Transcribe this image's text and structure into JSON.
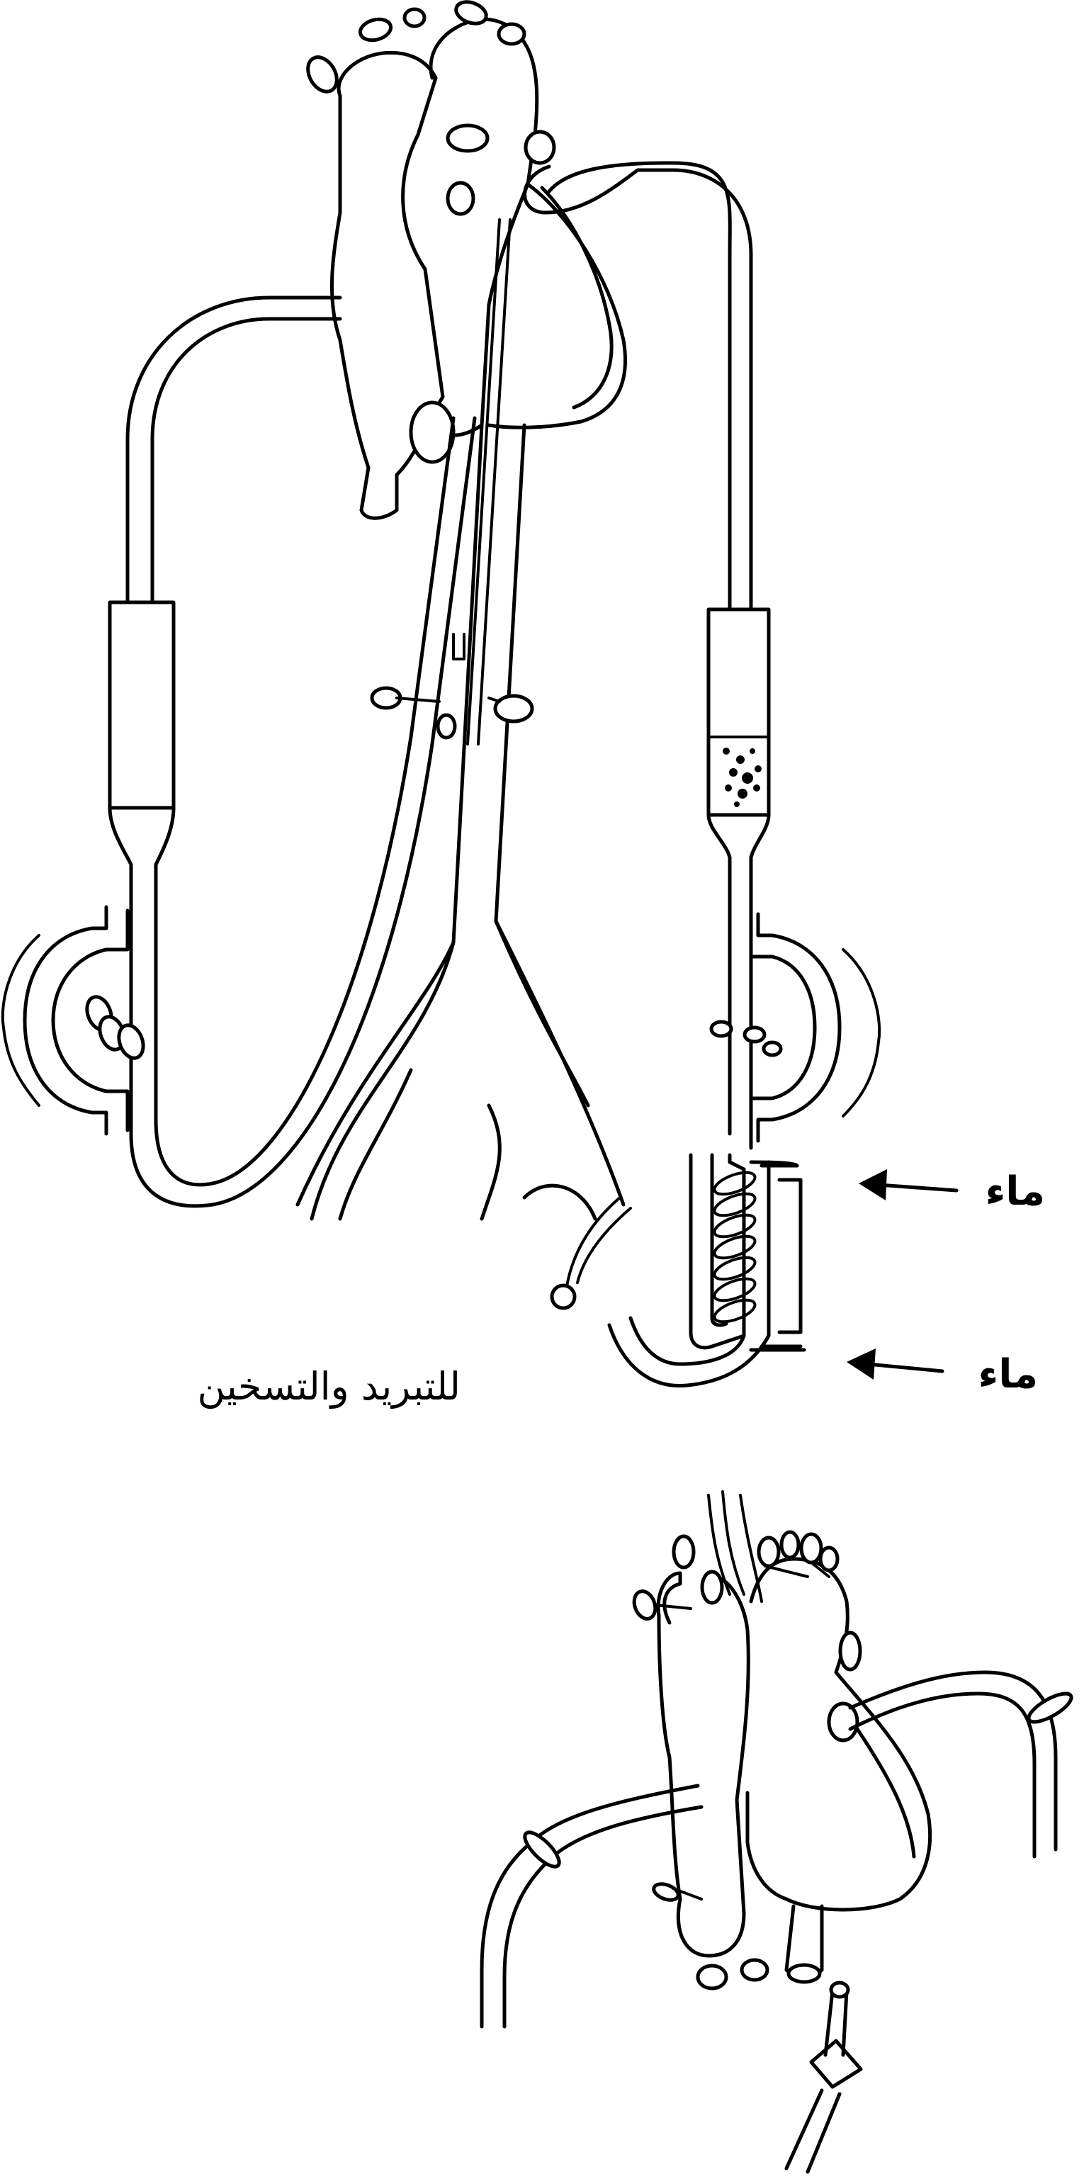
{
  "labels": {
    "water_inlet": "ماء",
    "water_outlet": "ماء",
    "heat_exchanger_note": "للتبريد والتسخين"
  },
  "colors": {
    "line": "#000000",
    "background": "#ffffff"
  }
}
